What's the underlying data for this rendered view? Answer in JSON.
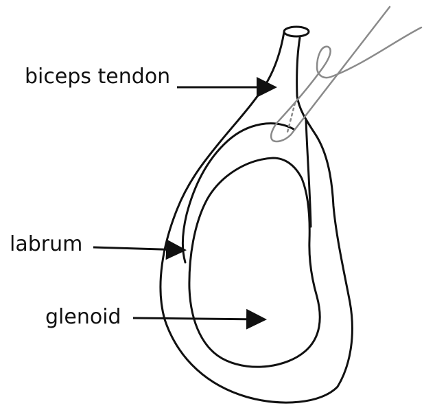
{
  "diagram": {
    "labels": {
      "biceps": "biceps tendon",
      "labrum": "labrum",
      "glenoid": "glenoid"
    },
    "colors": {
      "line": "#111111",
      "instrument": "#8a8a8a",
      "background": "#ffffff"
    }
  }
}
